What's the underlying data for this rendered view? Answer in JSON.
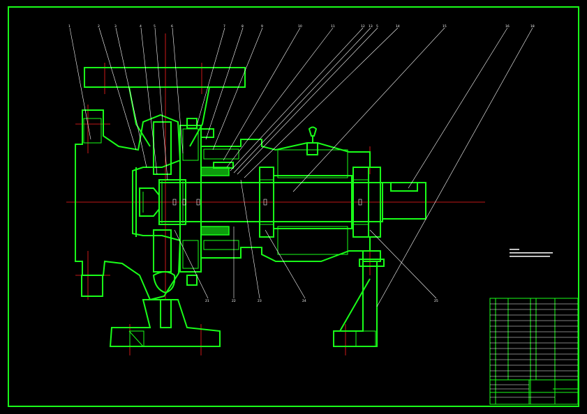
{
  "drawing": {
    "colors": {
      "outline": "#19ff19",
      "centerline": "#ff2020",
      "leader": "#ffffff",
      "background": "#000000"
    },
    "callouts_top": [
      "1",
      "2",
      "3",
      "4",
      "5",
      "6",
      "7",
      "8",
      "9",
      "10",
      "11",
      "12",
      "13",
      "5",
      "14",
      "15",
      "16"
    ],
    "callouts_bottom": [
      "21",
      "22",
      "23",
      "24",
      "25"
    ]
  }
}
